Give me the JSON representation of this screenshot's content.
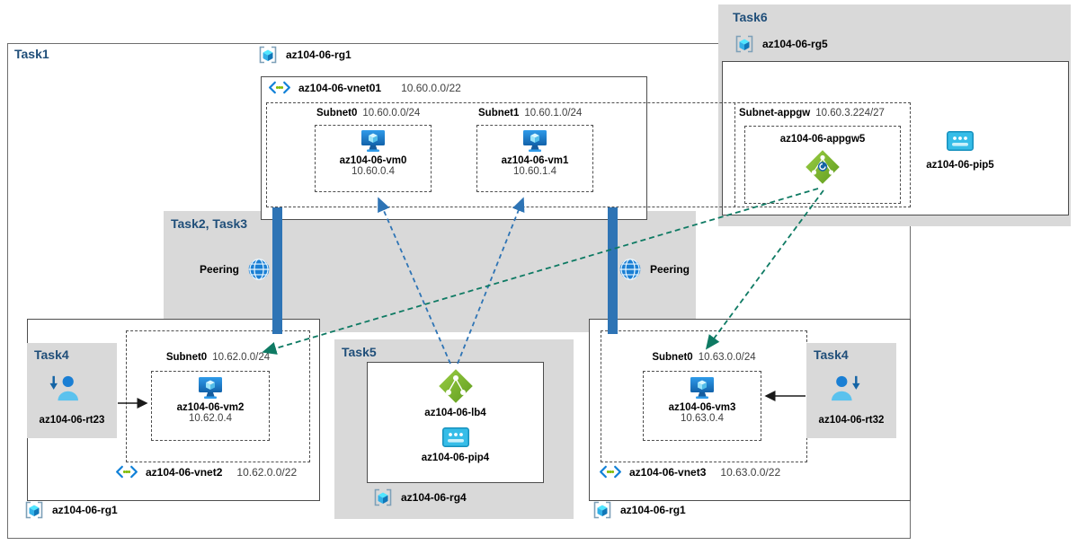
{
  "colors": {
    "task_label": "#1f4e79",
    "region_bg": "#d9d9d9",
    "peering_bar": "#2e74b5",
    "lb_arrow": "#2e74b5",
    "appgw_arrow": "#0e7a63",
    "lb_green": "#6fa822",
    "azure_blue": "#1b81d6"
  },
  "task1": {
    "label": "Task1"
  },
  "rg1_top": "az104-06-rg1",
  "rg1_bottom_left": "az104-06-rg1",
  "rg1_bottom_right": "az104-06-rg1",
  "vnet01": {
    "name": "az104-06-vnet01",
    "cidr": "10.60.0.0/22",
    "subnet0": {
      "name": "Subnet0",
      "cidr": "10.60.0.0/24",
      "vm": "az104-06-vm0",
      "ip": "10.60.0.4"
    },
    "subnet1": {
      "name": "Subnet1",
      "cidr": "10.60.1.0/24",
      "vm": "az104-06-vm1",
      "ip": "10.60.1.4"
    }
  },
  "task6": {
    "label": "Task6",
    "rg": "az104-06-rg5",
    "subnet_appgw": {
      "name": "Subnet-appgw",
      "cidr": "10.60.3.224/27",
      "appgw": "az104-06-appgw5"
    },
    "pip": "az104-06-pip5"
  },
  "task23": {
    "label": "Task2, Task3",
    "peering_left": "Peering",
    "peering_right": "Peering"
  },
  "task4_left": {
    "label": "Task4",
    "rt": "az104-06-rt23"
  },
  "task4_right": {
    "label": "Task4",
    "rt": "az104-06-rt32"
  },
  "task5": {
    "label": "Task5",
    "lb": "az104-06-lb4",
    "pip": "az104-06-pip4",
    "rg": "az104-06-rg4"
  },
  "vnet2": {
    "name": "az104-06-vnet2",
    "cidr": "10.62.0.0/22",
    "subnet0": {
      "name": "Subnet0",
      "cidr": "10.62.0.0/24",
      "vm": "az104-06-vm2",
      "ip": "10.62.0.4"
    }
  },
  "vnet3": {
    "name": "az104-06-vnet3",
    "cidr": "10.63.0.0/22",
    "subnet0": {
      "name": "Subnet0",
      "cidr": "10.63.0.0/24",
      "vm": "az104-06-vm3",
      "ip": "10.63.0.4"
    }
  }
}
